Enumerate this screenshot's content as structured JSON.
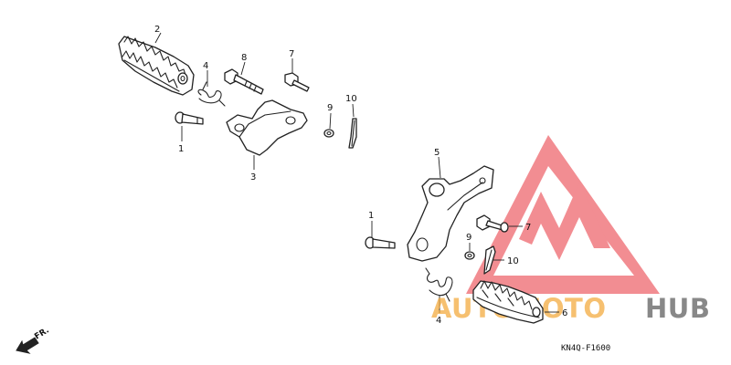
{
  "diagram": {
    "part_numbers": [
      "1",
      "2",
      "3",
      "4",
      "5",
      "6",
      "7",
      "8",
      "9",
      "10"
    ],
    "drawing_code": "KN4Q-F1600",
    "front_indicator": "FR."
  },
  "watermark": {
    "text_a": "AUTOMOTO",
    "text_b": "HUB",
    "color_logo": "#e8313a",
    "color_accent": "#f3a93a",
    "color_dark": "#5b5b5b"
  }
}
